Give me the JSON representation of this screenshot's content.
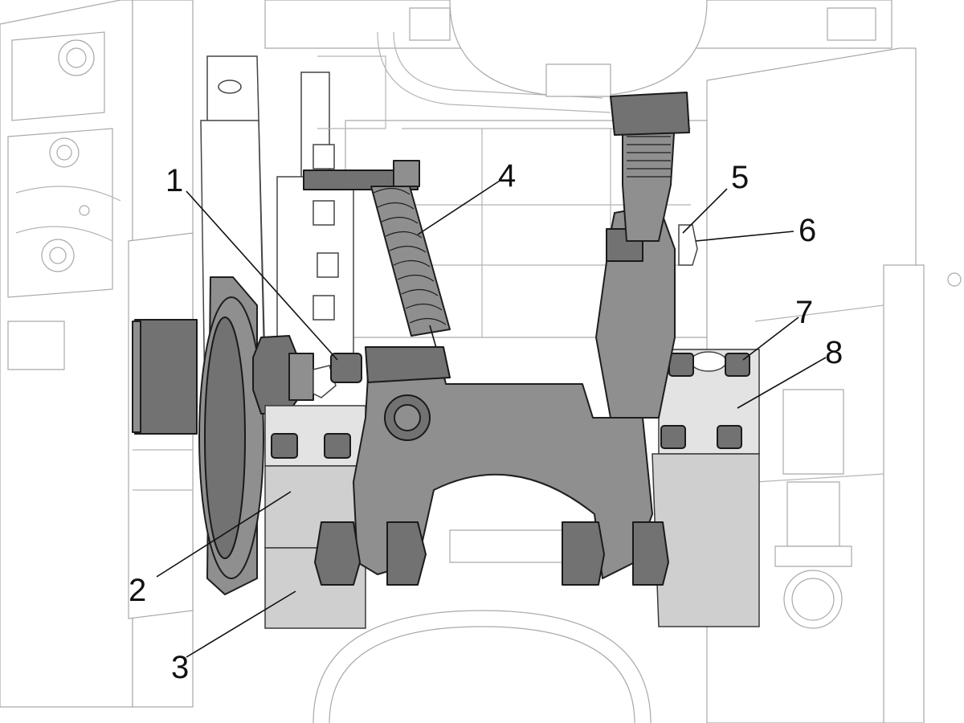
{
  "figure": {
    "colors": {
      "background": "#ffffff",
      "ghost_lines": "#a9a9a9",
      "dark_parts": "#8f8f8f",
      "mounting_blocks": "#cfcfcf",
      "callout_text": "#111111"
    },
    "callouts": [
      {
        "label": "1"
      },
      {
        "label": "2"
      },
      {
        "label": "3"
      },
      {
        "label": "4"
      },
      {
        "label": "5"
      },
      {
        "label": "6"
      },
      {
        "label": "7"
      },
      {
        "label": "8"
      }
    ]
  }
}
